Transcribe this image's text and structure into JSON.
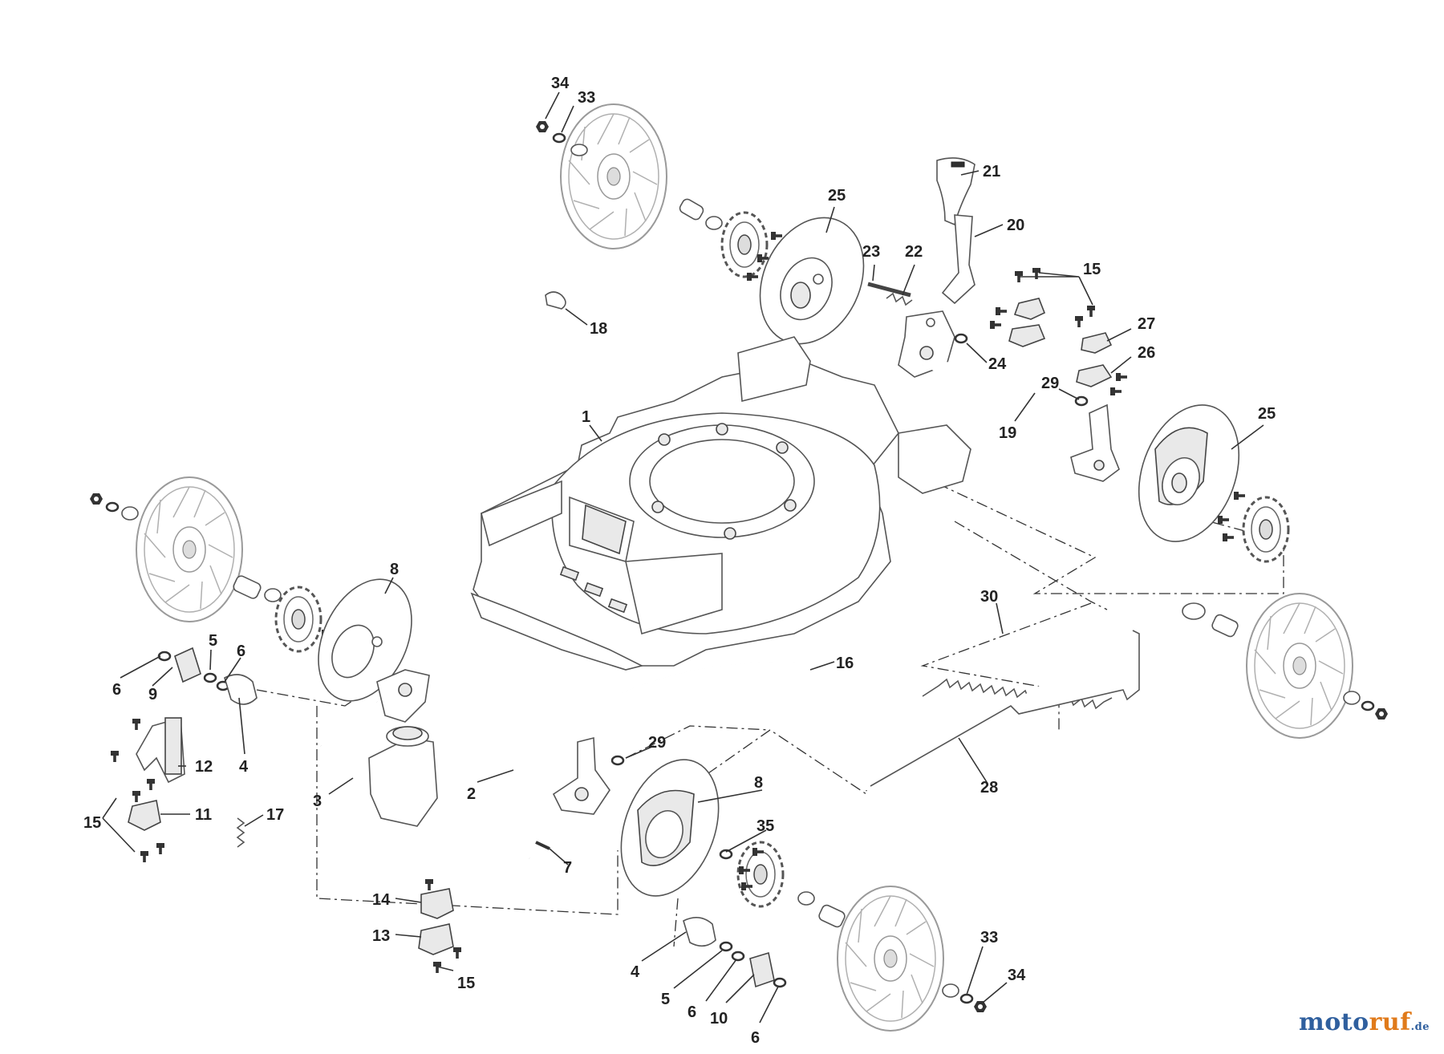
{
  "diagram": {
    "labels": [
      {
        "id": "lbl-34-top",
        "text": "34"
      },
      {
        "id": "lbl-33-top",
        "text": "33"
      },
      {
        "id": "lbl-21",
        "text": "21"
      },
      {
        "id": "lbl-25-top",
        "text": "25"
      },
      {
        "id": "lbl-20",
        "text": "20"
      },
      {
        "id": "lbl-23",
        "text": "23"
      },
      {
        "id": "lbl-22",
        "text": "22"
      },
      {
        "id": "lbl-15-top",
        "text": "15"
      },
      {
        "id": "lbl-18",
        "text": "18"
      },
      {
        "id": "lbl-27",
        "text": "27"
      },
      {
        "id": "lbl-24",
        "text": "24"
      },
      {
        "id": "lbl-26",
        "text": "26"
      },
      {
        "id": "lbl-29-top",
        "text": "29"
      },
      {
        "id": "lbl-1",
        "text": "1"
      },
      {
        "id": "lbl-19",
        "text": "19"
      },
      {
        "id": "lbl-25-right",
        "text": "25"
      },
      {
        "id": "lbl-8-left",
        "text": "8"
      },
      {
        "id": "lbl-30",
        "text": "30"
      },
      {
        "id": "lbl-5-left",
        "text": "5"
      },
      {
        "id": "lbl-6-left-a",
        "text": "6"
      },
      {
        "id": "lbl-6-left-b",
        "text": "6"
      },
      {
        "id": "lbl-9",
        "text": "9"
      },
      {
        "id": "lbl-16",
        "text": "16"
      },
      {
        "id": "lbl-4-left",
        "text": "4"
      },
      {
        "id": "lbl-12",
        "text": "12"
      },
      {
        "id": "lbl-29-mid",
        "text": "29"
      },
      {
        "id": "lbl-8-mid",
        "text": "8"
      },
      {
        "id": "lbl-3",
        "text": "3"
      },
      {
        "id": "lbl-2",
        "text": "2"
      },
      {
        "id": "lbl-28",
        "text": "28"
      },
      {
        "id": "lbl-11",
        "text": "11"
      },
      {
        "id": "lbl-15-left",
        "text": "15"
      },
      {
        "id": "lbl-17",
        "text": "17"
      },
      {
        "id": "lbl-35",
        "text": "35"
      },
      {
        "id": "lbl-7",
        "text": "7"
      },
      {
        "id": "lbl-14",
        "text": "14"
      },
      {
        "id": "lbl-13",
        "text": "13"
      },
      {
        "id": "lbl-15-bottom",
        "text": "15"
      },
      {
        "id": "lbl-4-bottom",
        "text": "4"
      },
      {
        "id": "lbl-5-bottom",
        "text": "5"
      },
      {
        "id": "lbl-6-bottom-a",
        "text": "6"
      },
      {
        "id": "lbl-10",
        "text": "10"
      },
      {
        "id": "lbl-6-bottom-b",
        "text": "6"
      },
      {
        "id": "lbl-33-bottom",
        "text": "33"
      },
      {
        "id": "lbl-34-bottom",
        "text": "34"
      }
    ]
  },
  "watermark": {
    "part1": "moto",
    "part2": "ruf",
    "part3": ".de"
  }
}
